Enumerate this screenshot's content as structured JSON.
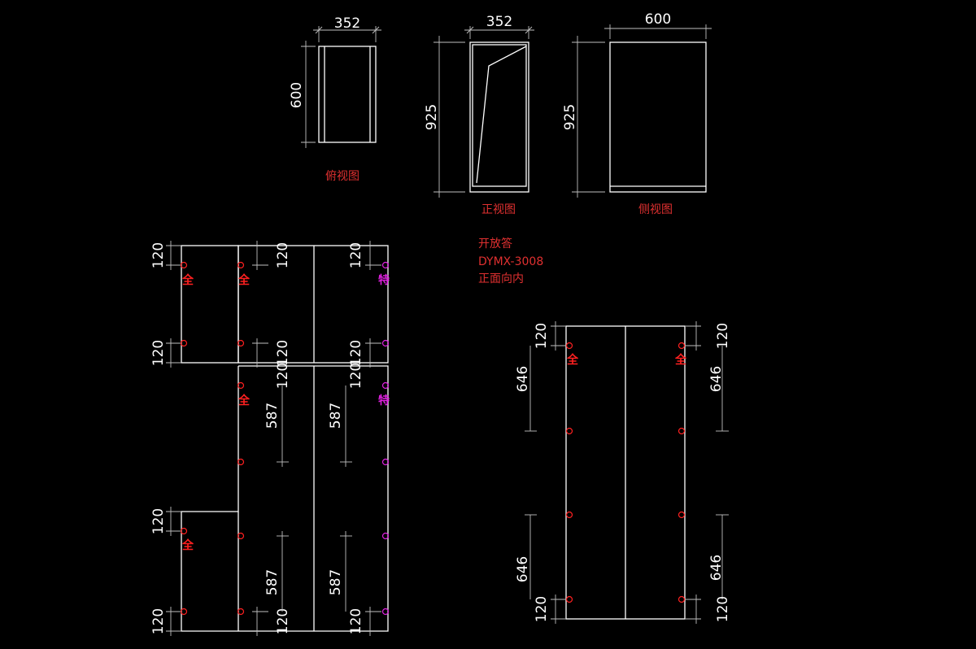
{
  "colors": {
    "background": "#000000",
    "lines": "#ffffff",
    "label": "#e03030",
    "hinge_full": "#ff2020",
    "hinge_special": "#e020e0"
  },
  "views": {
    "top_view": {
      "label": "俯视图",
      "width_dim": "352",
      "depth_dim": "600"
    },
    "front_view": {
      "label": "正视图",
      "width_dim": "352",
      "height_dim": "925"
    },
    "side_view": {
      "label": "侧视图",
      "width_dim": "600",
      "height_dim": "925"
    }
  },
  "notes": {
    "line1": "开放答",
    "line2": "DYMX-3008",
    "line3": "正面向内"
  },
  "left_panels": {
    "edge_offset": "120",
    "segment": "587",
    "tag_full": "全",
    "tag_special": "特"
  },
  "right_panel": {
    "edge_offset": "120",
    "segment": "646",
    "tag_full": "全"
  }
}
